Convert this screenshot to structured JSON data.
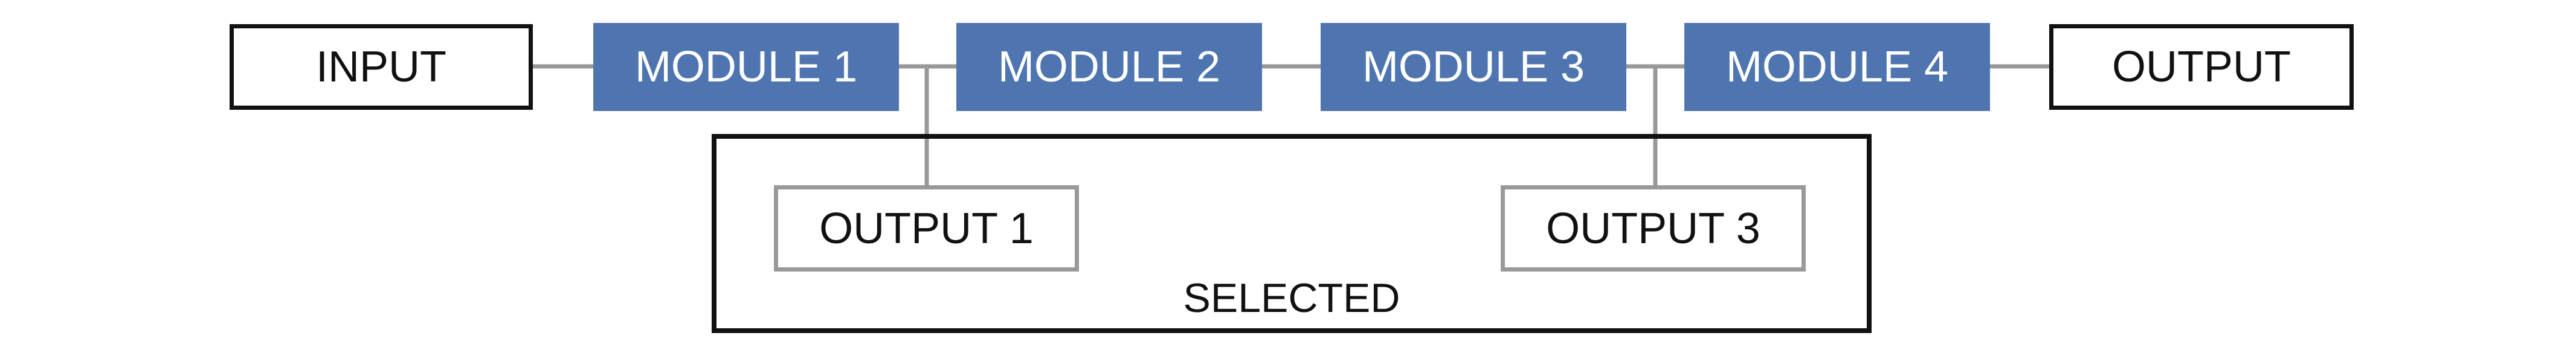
{
  "diagram": {
    "input": {
      "label": "INPUT"
    },
    "modules": [
      {
        "label": "MODULE 1"
      },
      {
        "label": "MODULE 2"
      },
      {
        "label": "MODULE 3"
      },
      {
        "label": "MODULE 4"
      }
    ],
    "output": {
      "label": "OUTPUT"
    },
    "selected_group": {
      "label": "SELECTED",
      "outputs": [
        {
          "label": "OUTPUT 1"
        },
        {
          "label": "OUTPUT 3"
        }
      ]
    },
    "colors": {
      "module_fill": "#4f75b1",
      "module_text": "#ffffff",
      "border_dark": "#111111",
      "border_gray": "#999999",
      "connector": "#999999"
    }
  }
}
